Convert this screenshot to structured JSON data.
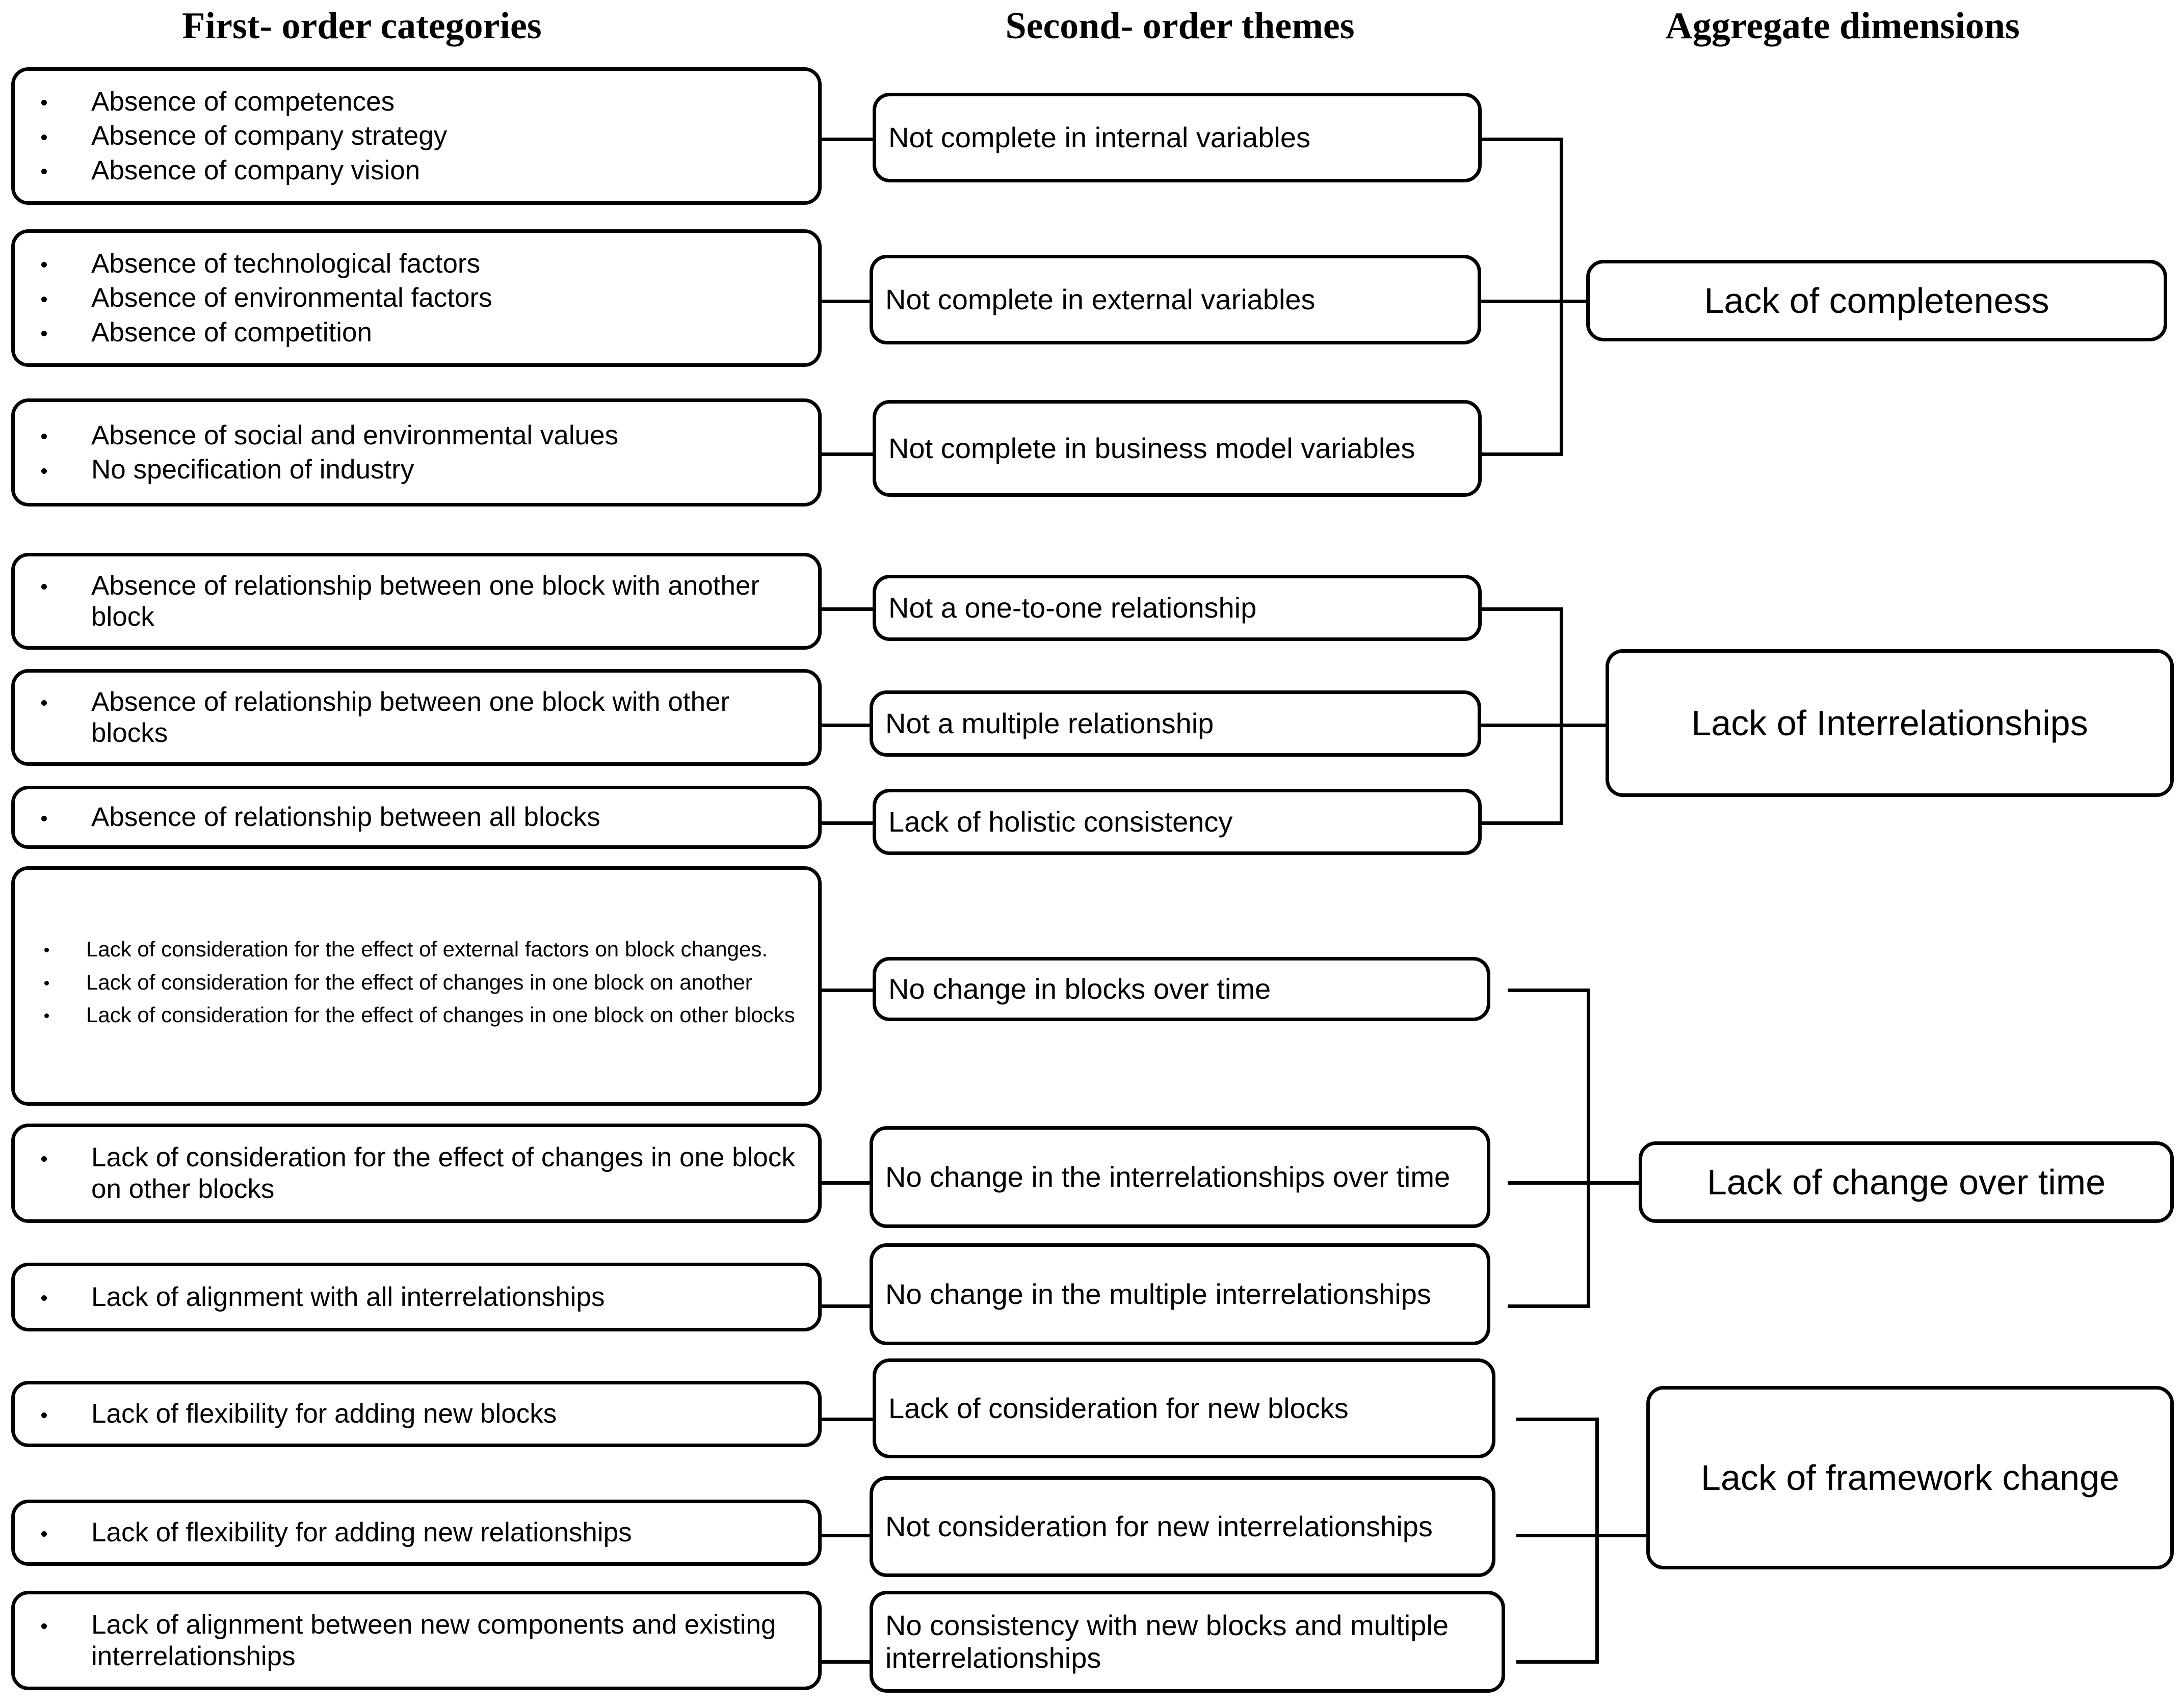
{
  "headers": {
    "first": "First- order categories",
    "second": "Second- order themes",
    "third": "Aggregate dimensions"
  },
  "colors": {
    "line": "#000000",
    "box_fill": "#ffffff",
    "text": "#000000"
  },
  "first_order": [
    {
      "id": "fo1",
      "bullets": [
        "Absence of competences",
        "Absence of company strategy",
        "Absence of company vision"
      ]
    },
    {
      "id": "fo2",
      "bullets": [
        "Absence of technological factors",
        "Absence of environmental factors",
        "Absence of competition"
      ]
    },
    {
      "id": "fo3",
      "bullets": [
        "Absence of social and environmental values",
        "No specification of industry"
      ]
    },
    {
      "id": "fo4",
      "bullets": [
        "Absence of relationship between one block with another block"
      ]
    },
    {
      "id": "fo5",
      "bullets": [
        "Absence of relationship between one block with other blocks"
      ]
    },
    {
      "id": "fo6",
      "bullets": [
        "Absence of relationship between all blocks"
      ]
    },
    {
      "id": "fo7",
      "bullets": [
        "Lack of consideration for the effect of external factors on block changes.",
        "Lack of consideration for the effect of changes in one block on another",
        "Lack of consideration for the effect of changes in one block on other blocks"
      ]
    },
    {
      "id": "fo8",
      "bullets": [
        "Lack of consideration for the effect of changes in one block on other blocks"
      ]
    },
    {
      "id": "fo9",
      "bullets": [
        "Lack of alignment with all interrelationships"
      ]
    },
    {
      "id": "fo10",
      "bullets": [
        "Lack of flexibility for adding new blocks"
      ]
    },
    {
      "id": "fo11",
      "bullets": [
        "Lack of flexibility for adding new relationships"
      ]
    },
    {
      "id": "fo12",
      "bullets": [
        "Lack of alignment between new components and existing interrelationships"
      ]
    }
  ],
  "second_order": [
    {
      "id": "so1",
      "label": "Not complete in internal variables"
    },
    {
      "id": "so2",
      "label": "Not complete in external variables"
    },
    {
      "id": "so3",
      "label": "Not complete in business model variables"
    },
    {
      "id": "so4",
      "label": "Not a one-to-one relationship"
    },
    {
      "id": "so5",
      "label": "Not a multiple relationship"
    },
    {
      "id": "so6",
      "label": "Lack of holistic consistency"
    },
    {
      "id": "so7",
      "label": "No change in blocks over time"
    },
    {
      "id": "so8",
      "label": "No change in the interrelationships over time"
    },
    {
      "id": "so9",
      "label": "No change in the multiple interrelationships"
    },
    {
      "id": "so10",
      "label": "Lack of consideration for new blocks"
    },
    {
      "id": "so11",
      "label": "Not consideration for new interrelationships"
    },
    {
      "id": "so12",
      "label": "No consistency with new blocks and multiple interrelationships"
    }
  ],
  "aggregate": [
    {
      "id": "ag1",
      "label": "Lack of completeness"
    },
    {
      "id": "ag2",
      "label": "Lack of Interrelationships"
    },
    {
      "id": "ag3",
      "label": "Lack of change over time"
    },
    {
      "id": "ag4",
      "label": "Lack of framework change"
    }
  ]
}
